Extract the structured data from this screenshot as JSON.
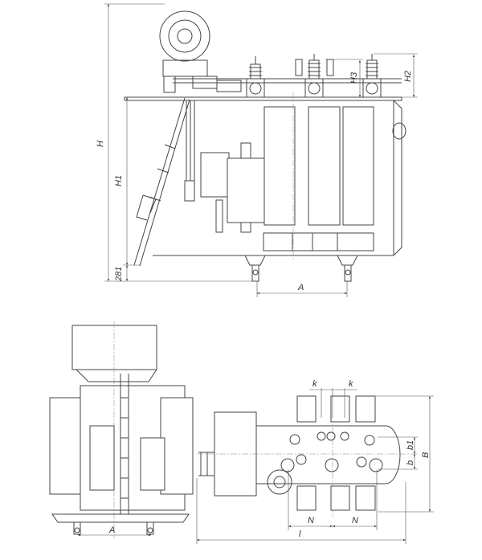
{
  "side_view": {
    "dimensions": {
      "height_total": "H",
      "height_tank": "H1",
      "wheel_height": "281",
      "wheel_base": "A",
      "bushing_height_hv": "H2",
      "bushing_height_lv": "H3"
    }
  },
  "front_view": {
    "dimensions": {
      "wheel_base": "A"
    }
  },
  "plan_view": {
    "dimensions": {
      "radiator_offset_1": "k",
      "radiator_offset_2": "k",
      "bushing_offset_1": "b1",
      "bushing_offset_2": "b",
      "width": "B",
      "radiator_pitch_1": "N",
      "radiator_pitch_2": "N",
      "length": "l"
    }
  }
}
